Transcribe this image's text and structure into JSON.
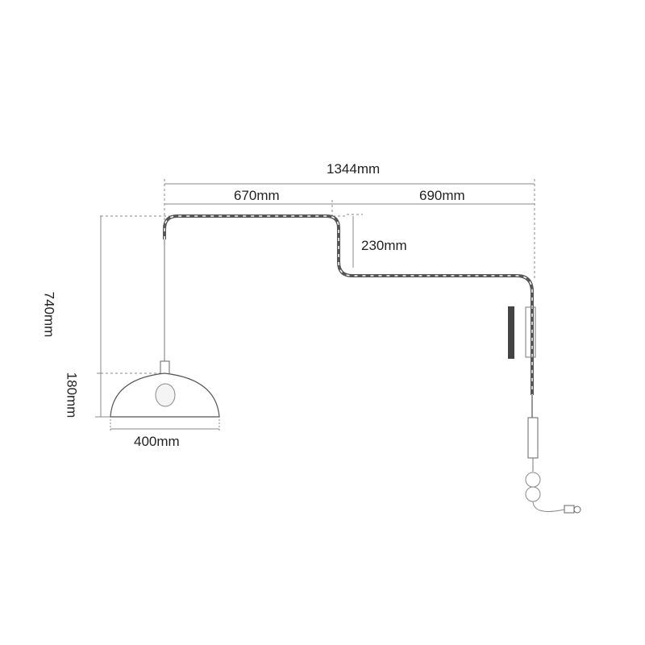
{
  "dimensions": {
    "total_width": "1344mm",
    "left_span": "670mm",
    "right_span": "690mm",
    "drop": "230mm",
    "total_height": "740mm",
    "shade_height": "180mm",
    "shade_width": "400mm"
  },
  "colors": {
    "line": "#555555",
    "dim": "#888888",
    "plate": "#444444"
  }
}
